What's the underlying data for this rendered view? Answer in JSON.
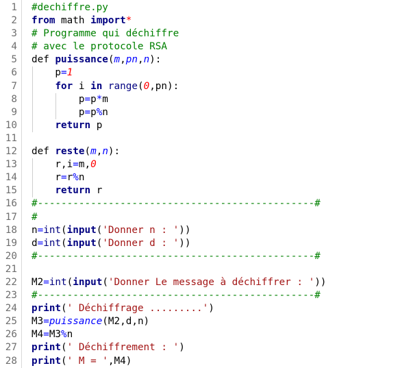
{
  "editor": {
    "lines": [
      {
        "n": "1",
        "indent": 0,
        "tokens": [
          {
            "t": "#dechiffre.py",
            "c": "cm"
          }
        ]
      },
      {
        "n": "2",
        "indent": 0,
        "tokens": [
          {
            "t": "from",
            "c": "kw"
          },
          {
            "t": " math ",
            "c": "pl"
          },
          {
            "t": "import",
            "c": "kw"
          },
          {
            "t": "*",
            "c": "star"
          }
        ]
      },
      {
        "n": "3",
        "indent": 0,
        "tokens": [
          {
            "t": "# Programme qui déchiffre",
            "c": "cm"
          }
        ]
      },
      {
        "n": "4",
        "indent": 0,
        "tokens": [
          {
            "t": "# avec le protocole RSA",
            "c": "cm"
          }
        ]
      },
      {
        "n": "5",
        "indent": 0,
        "tokens": [
          {
            "t": "def ",
            "c": "pl"
          },
          {
            "t": "puissance",
            "c": "fn"
          },
          {
            "t": "(",
            "c": "pl"
          },
          {
            "t": "m",
            "c": "it"
          },
          {
            "t": ",",
            "c": "pl"
          },
          {
            "t": "pn",
            "c": "it"
          },
          {
            "t": ",",
            "c": "pl"
          },
          {
            "t": "n",
            "c": "it"
          },
          {
            "t": "):",
            "c": "pl"
          }
        ]
      },
      {
        "n": "6",
        "indent": 1,
        "tokens": [
          {
            "t": "    p",
            "c": "pl"
          },
          {
            "t": "=",
            "c": "op"
          },
          {
            "t": "1",
            "c": "num"
          }
        ]
      },
      {
        "n": "7",
        "indent": 1,
        "tokens": [
          {
            "t": "    ",
            "c": "pl"
          },
          {
            "t": "for",
            "c": "kw"
          },
          {
            "t": " i ",
            "c": "pl"
          },
          {
            "t": "in",
            "c": "kw"
          },
          {
            "t": " ",
            "c": "pl"
          },
          {
            "t": "range",
            "c": "bi"
          },
          {
            "t": "(",
            "c": "pl"
          },
          {
            "t": "0",
            "c": "num"
          },
          {
            "t": ",pn):",
            "c": "pl"
          }
        ]
      },
      {
        "n": "8",
        "indent": 2,
        "tokens": [
          {
            "t": "        p",
            "c": "pl"
          },
          {
            "t": "=",
            "c": "op"
          },
          {
            "t": "p",
            "c": "pl"
          },
          {
            "t": "*",
            "c": "op"
          },
          {
            "t": "m",
            "c": "pl"
          }
        ]
      },
      {
        "n": "9",
        "indent": 2,
        "tokens": [
          {
            "t": "        p",
            "c": "pl"
          },
          {
            "t": "=",
            "c": "op"
          },
          {
            "t": "p",
            "c": "pl"
          },
          {
            "t": "%",
            "c": "op"
          },
          {
            "t": "n",
            "c": "pl"
          }
        ]
      },
      {
        "n": "10",
        "indent": 1,
        "tokens": [
          {
            "t": "    ",
            "c": "pl"
          },
          {
            "t": "return",
            "c": "kw"
          },
          {
            "t": " p",
            "c": "pl"
          }
        ]
      },
      {
        "n": "11",
        "indent": 0,
        "tokens": []
      },
      {
        "n": "12",
        "indent": 0,
        "tokens": [
          {
            "t": "def ",
            "c": "pl"
          },
          {
            "t": "reste",
            "c": "fn"
          },
          {
            "t": "(",
            "c": "pl"
          },
          {
            "t": "m",
            "c": "it"
          },
          {
            "t": ",",
            "c": "pl"
          },
          {
            "t": "n",
            "c": "it"
          },
          {
            "t": "):",
            "c": "pl"
          }
        ]
      },
      {
        "n": "13",
        "indent": 1,
        "tokens": [
          {
            "t": "    r,i",
            "c": "pl"
          },
          {
            "t": "=",
            "c": "op"
          },
          {
            "t": "m,",
            "c": "pl"
          },
          {
            "t": "0",
            "c": "num"
          }
        ]
      },
      {
        "n": "14",
        "indent": 1,
        "tokens": [
          {
            "t": "    r",
            "c": "pl"
          },
          {
            "t": "=",
            "c": "op"
          },
          {
            "t": "r",
            "c": "pl"
          },
          {
            "t": "%",
            "c": "op"
          },
          {
            "t": "n",
            "c": "pl"
          }
        ]
      },
      {
        "n": "15",
        "indent": 1,
        "tokens": [
          {
            "t": "    ",
            "c": "pl"
          },
          {
            "t": "return",
            "c": "kw"
          },
          {
            "t": " r",
            "c": "pl"
          }
        ]
      },
      {
        "n": "16",
        "indent": 0,
        "tokens": [
          {
            "t": "#-----------------------------------------------#",
            "c": "cm"
          }
        ]
      },
      {
        "n": "17",
        "indent": 0,
        "tokens": [
          {
            "t": "#",
            "c": "cm"
          }
        ]
      },
      {
        "n": "18",
        "indent": 0,
        "tokens": [
          {
            "t": "n",
            "c": "pl"
          },
          {
            "t": "=",
            "c": "op"
          },
          {
            "t": "int",
            "c": "bi"
          },
          {
            "t": "(",
            "c": "pl"
          },
          {
            "t": "input",
            "c": "kw"
          },
          {
            "t": "(",
            "c": "pl"
          },
          {
            "t": "'Donner n : '",
            "c": "str"
          },
          {
            "t": "))",
            "c": "pl"
          }
        ]
      },
      {
        "n": "19",
        "indent": 0,
        "tokens": [
          {
            "t": "d",
            "c": "pl"
          },
          {
            "t": "=",
            "c": "op"
          },
          {
            "t": "int",
            "c": "bi"
          },
          {
            "t": "(",
            "c": "pl"
          },
          {
            "t": "input",
            "c": "kw"
          },
          {
            "t": "(",
            "c": "pl"
          },
          {
            "t": "'Donner d : '",
            "c": "str"
          },
          {
            "t": "))",
            "c": "pl"
          }
        ]
      },
      {
        "n": "20",
        "indent": 0,
        "tokens": [
          {
            "t": "#-----------------------------------------------#",
            "c": "cm"
          }
        ]
      },
      {
        "n": "21",
        "indent": 0,
        "tokens": []
      },
      {
        "n": "22",
        "indent": 0,
        "tokens": [
          {
            "t": "M2",
            "c": "pl"
          },
          {
            "t": "=",
            "c": "op"
          },
          {
            "t": "int",
            "c": "bi"
          },
          {
            "t": "(",
            "c": "pl"
          },
          {
            "t": "input",
            "c": "kw"
          },
          {
            "t": "(",
            "c": "pl"
          },
          {
            "t": "'Donner Le message à déchiffrer : '",
            "c": "str"
          },
          {
            "t": "))",
            "c": "pl"
          }
        ]
      },
      {
        "n": "23",
        "indent": 0,
        "tokens": [
          {
            "t": "#-----------------------------------------------#",
            "c": "cm"
          }
        ]
      },
      {
        "n": "24",
        "indent": 0,
        "tokens": [
          {
            "t": "print",
            "c": "kw"
          },
          {
            "t": "(",
            "c": "pl"
          },
          {
            "t": "' Déchiffrage .........'",
            "c": "str"
          },
          {
            "t": ")",
            "c": "pl"
          }
        ]
      },
      {
        "n": "25",
        "indent": 0,
        "tokens": [
          {
            "t": "M3",
            "c": "pl"
          },
          {
            "t": "=",
            "c": "op"
          },
          {
            "t": "puissance",
            "c": "it"
          },
          {
            "t": "(M2,d,n)",
            "c": "pl"
          }
        ]
      },
      {
        "n": "26",
        "indent": 0,
        "tokens": [
          {
            "t": "M4",
            "c": "pl"
          },
          {
            "t": "=",
            "c": "op"
          },
          {
            "t": "M3",
            "c": "pl"
          },
          {
            "t": "%",
            "c": "op"
          },
          {
            "t": "n",
            "c": "pl"
          }
        ]
      },
      {
        "n": "27",
        "indent": 0,
        "tokens": [
          {
            "t": "print",
            "c": "kw"
          },
          {
            "t": "(",
            "c": "pl"
          },
          {
            "t": "' Déchiffrement : '",
            "c": "str"
          },
          {
            "t": ")",
            "c": "pl"
          }
        ]
      },
      {
        "n": "28",
        "indent": 0,
        "tokens": [
          {
            "t": "print",
            "c": "kw"
          },
          {
            "t": "(",
            "c": "pl"
          },
          {
            "t": "' M = '",
            "c": "str"
          },
          {
            "t": ",M4)",
            "c": "pl"
          }
        ]
      }
    ]
  },
  "colors": {
    "comment": "#008000",
    "keyword": "#000080",
    "number": "#ff0000",
    "string": "#a31515",
    "operator": "#0000ff",
    "line_number": "#6e6e6e"
  }
}
